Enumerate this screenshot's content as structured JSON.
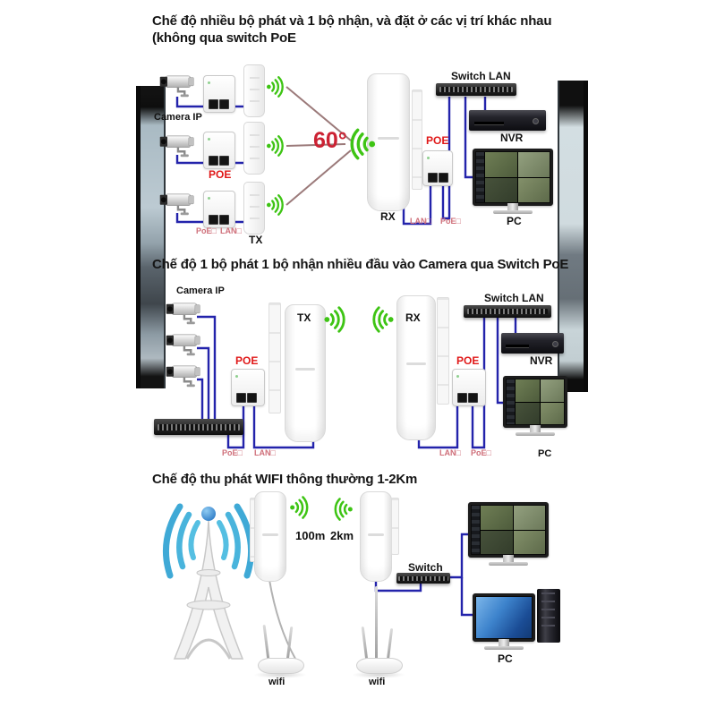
{
  "colors": {
    "wire_blue": "#2323ab",
    "wifi_green": "#3ec414",
    "label_red": "#e01818",
    "label_pink": "#cf6f7a",
    "angle_red": "#cc2233",
    "beam_line": "#9b7a7a"
  },
  "icons": {
    "wifi_signal": "green radiating wifi arcs",
    "camera": "bullet cctv camera",
    "tower": "radio tower with blue wave arcs"
  },
  "s1": {
    "title_line1": "Chế độ nhiều bộ phát và 1 bộ nhận, và đặt ở các vị trí khác nhau",
    "title_line2": "(không qua switch PoE",
    "camera_ip": "Camera IP",
    "poe": "POE",
    "port_poe": "PoE□",
    "port_lan": "LAN□",
    "tx": "TX",
    "angle": "60°",
    "rx": "RX",
    "rx_lan": "LAN□",
    "rx_poe": "PoE□",
    "poe_right": "POE",
    "switch_lan": "Switch LAN",
    "nvr": "NVR",
    "pc": "PC"
  },
  "s2": {
    "title": "Chế độ 1 bộ phát 1 bộ nhận nhiều đầu vào Camera qua Switch PoE",
    "camera_ip": "Camera IP",
    "poe_left": "POE",
    "port_poe_left": "PoE□",
    "port_lan_left": "LAN□",
    "tx": "TX",
    "rx": "RX",
    "poe_right": "POE",
    "port_lan_right": "LAN□",
    "port_poe_right": "PoE□",
    "switch_lan": "Switch LAN",
    "nvr": "NVR",
    "pc": "PC"
  },
  "s3": {
    "title": "Chế độ thu phát WIFI thông thường 1-2Km",
    "range_near": "100m",
    "range_far": "2km",
    "switch": "Switch",
    "wifi_left": "wifi",
    "wifi_right": "wifi",
    "pc": "PC"
  }
}
